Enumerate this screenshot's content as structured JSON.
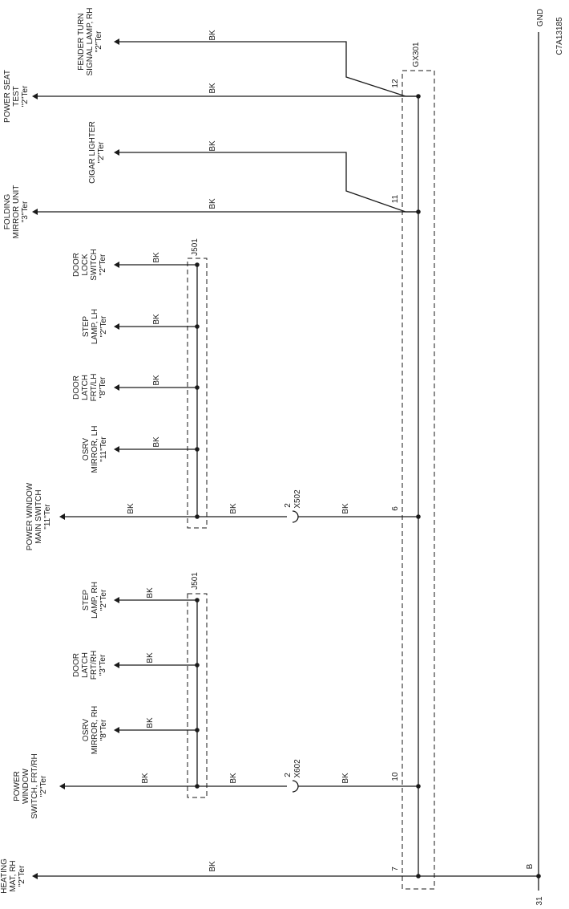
{
  "figure_code": "C7A13185",
  "ground_label": "GND",
  "ground_wire_color": "B",
  "ground_number": "31",
  "wire_color": "BK",
  "splices": {
    "gx301": {
      "name": "GX301",
      "pins": [
        "12",
        "11",
        "6",
        "10",
        "7"
      ]
    },
    "j501_upper": {
      "name": "J501"
    },
    "j501_lower": {
      "name": "J501"
    }
  },
  "connectors": {
    "x502": {
      "name": "X502",
      "pin": "2"
    },
    "x602": {
      "name": "X602",
      "pin": "2"
    }
  },
  "components": [
    {
      "id": "fender-turn",
      "lines": [
        "FENDER TURN",
        "SIGNAL LAMP, RH",
        "\"2\"Ter"
      ]
    },
    {
      "id": "power-seat",
      "lines": [
        "POWER SEAT",
        "TEST",
        "\"2\"Ter"
      ]
    },
    {
      "id": "cigar",
      "lines": [
        "CIGAR LIGHTER",
        "\"2\"Ter"
      ]
    },
    {
      "id": "folding-mirror",
      "lines": [
        "FOLDING",
        "MIRROR UNIT",
        "\"3\"Ter"
      ]
    },
    {
      "id": "door-lock",
      "lines": [
        "DOOR",
        "LOCK",
        "SWITCH",
        "\"2\"Ter"
      ]
    },
    {
      "id": "step-lh",
      "lines": [
        "STEP",
        "LAMP, LH",
        "\"2\"Ter"
      ]
    },
    {
      "id": "door-latch-lh",
      "lines": [
        "DOOR",
        "LATCH",
        "FRT/LH",
        "\"8\"Ter"
      ]
    },
    {
      "id": "osrv-lh",
      "lines": [
        "OSRV",
        "MIRROR, LH",
        "\"11\"Ter"
      ]
    },
    {
      "id": "pw-main",
      "lines": [
        "POWER WINDOW",
        "MAIN SWITCH",
        "\"11\"Ter"
      ]
    },
    {
      "id": "step-rh",
      "lines": [
        "STEP",
        "LAMP, RH",
        "\"2\"Ter"
      ]
    },
    {
      "id": "door-latch-rh",
      "lines": [
        "DOOR",
        "LATCH",
        "FRT/RH",
        "\"3\"Ter"
      ]
    },
    {
      "id": "osrv-rh",
      "lines": [
        "OSRV",
        "MIRROR, RH",
        "\"8\"Ter"
      ]
    },
    {
      "id": "pw-frt-rh",
      "lines": [
        "POWER",
        "WINDOW",
        "SWITCH, FRT/RH",
        "\"2\"Ter"
      ]
    },
    {
      "id": "heating-mat",
      "lines": [
        "HEATING",
        "MAT, RH",
        "\"2\"Ter"
      ]
    }
  ]
}
